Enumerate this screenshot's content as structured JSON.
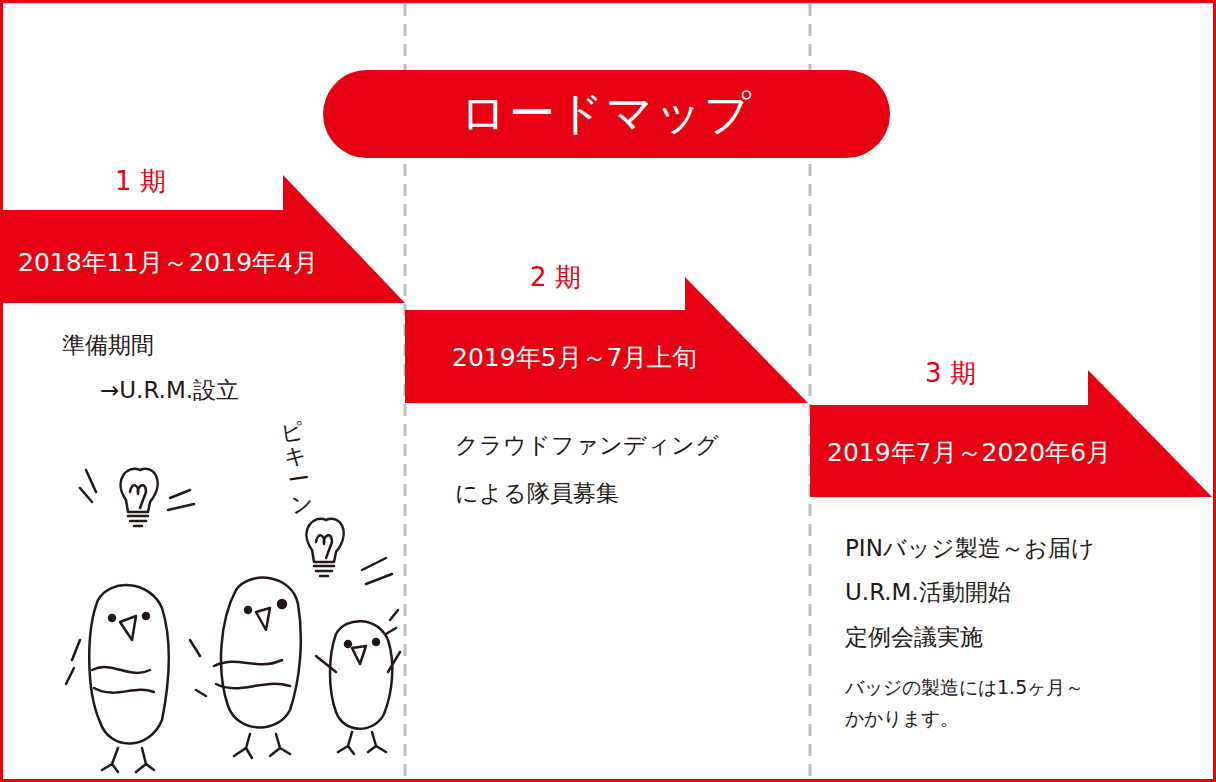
{
  "diagram": {
    "title": "ロードマップ",
    "nodes": [
      {
        "text": [
          "1 期",
          "2018年11月～2019年4月"
        ]
      },
      {
        "text": [
          "2 期",
          "2019年5月～7月上旬"
        ]
      },
      {
        "text": [
          "3 期",
          "2019年7月～2020年6月"
        ]
      }
    ],
    "labels": [
      "準備期間",
      "→U.R.M.設立",
      "ピキーン",
      "クラウドファンディング",
      "による隊員募集",
      "PINバッジ製造～お届け",
      "U.R.M.活動開始",
      "定例会議実施",
      "バッジの製造には1.5ヶ月～ かかります。"
    ]
  }
}
